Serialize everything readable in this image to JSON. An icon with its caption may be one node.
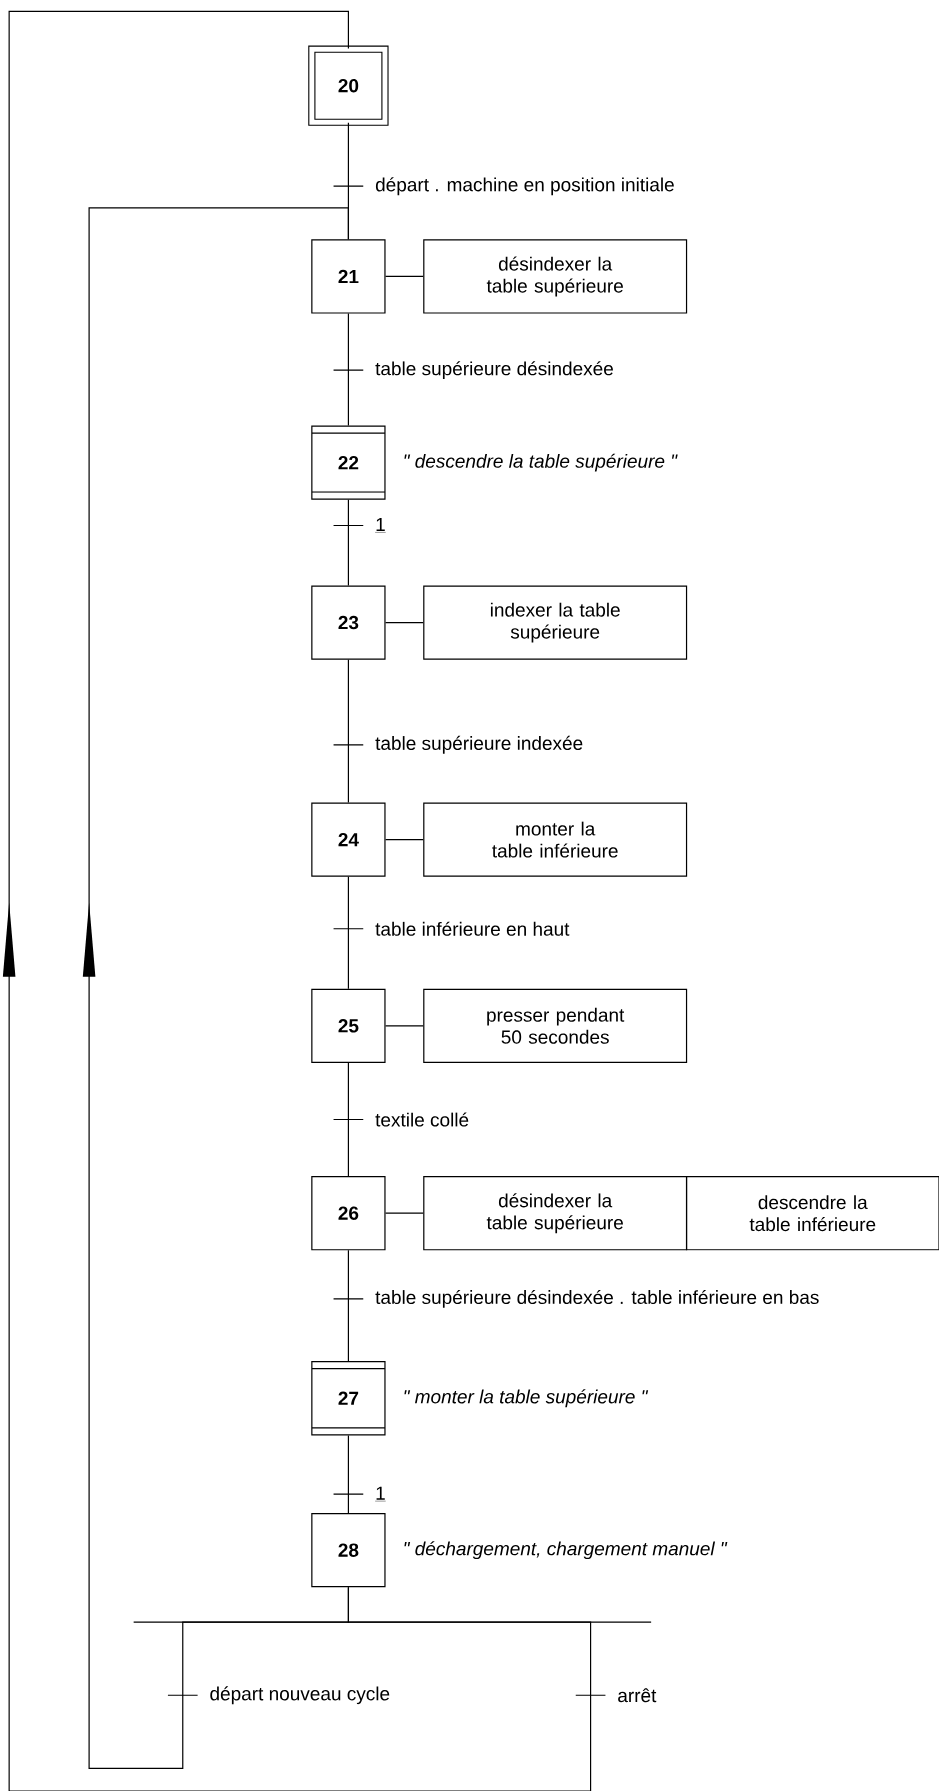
{
  "diagram": {
    "nodes": [
      {
        "text": [
          "20"
        ]
      },
      {
        "text": [
          "21"
        ]
      },
      {
        "text": [
          "désindexer la table supérieure"
        ]
      },
      {
        "text": [
          "22"
        ],
        "beside": [
          "\" descendre la table supérieure \""
        ]
      },
      {
        "text": [
          "23"
        ]
      },
      {
        "text": [
          "indexer la table supérieure"
        ]
      },
      {
        "text": [
          "24"
        ]
      },
      {
        "text": [
          "monter la table inférieure"
        ]
      },
      {
        "text": [
          "25"
        ]
      },
      {
        "text": [
          "presser pendant 50 secondes"
        ]
      },
      {
        "text": [
          "26"
        ]
      },
      {
        "text": [
          "désindexer la table supérieure"
        ]
      },
      {
        "text": [
          "descendre la table inférieure"
        ]
      },
      {
        "text": [
          "27"
        ],
        "beside": [
          "\" monter la table supérieure \""
        ]
      },
      {
        "text": [
          "28"
        ],
        "beside": [
          "\" déchargement, chargement manuel \""
        ]
      }
    ],
    "edges": [
      {
        "from": 0,
        "to": 1,
        "arrow": "none",
        "label": "départ . machine en position initiale"
      },
      {
        "from": 1,
        "to": 2,
        "arrow": "none"
      },
      {
        "from": 1,
        "to": 3,
        "arrow": "none",
        "label": "table supérieure désindexée"
      },
      {
        "from": 3,
        "to": 4,
        "arrow": "none",
        "label": "1"
      },
      {
        "from": 4,
        "to": 5,
        "arrow": "none"
      },
      {
        "from": 4,
        "to": 6,
        "arrow": "none",
        "label": "table supérieure indexée"
      },
      {
        "from": 6,
        "to": 7,
        "arrow": "none"
      },
      {
        "from": 6,
        "to": 8,
        "arrow": "none",
        "label": "table inférieure en haut"
      },
      {
        "from": 8,
        "to": 9,
        "arrow": "none"
      },
      {
        "from": 8,
        "to": 10,
        "arrow": "none",
        "label": "textile collé"
      },
      {
        "from": 10,
        "to": 11,
        "arrow": "none"
      },
      {
        "from": 10,
        "to": 13,
        "arrow": "none",
        "label": "table supérieure désindexée . table inférieure en bas"
      },
      {
        "from": 13,
        "to": 14,
        "arrow": "none",
        "label": "1"
      },
      {
        "from": 14,
        "to": 1,
        "arrow": "to",
        "label": "départ nouveau cycle"
      },
      {
        "from": 14,
        "to": 0,
        "arrow": "to",
        "label": "arrêt"
      }
    ]
  }
}
